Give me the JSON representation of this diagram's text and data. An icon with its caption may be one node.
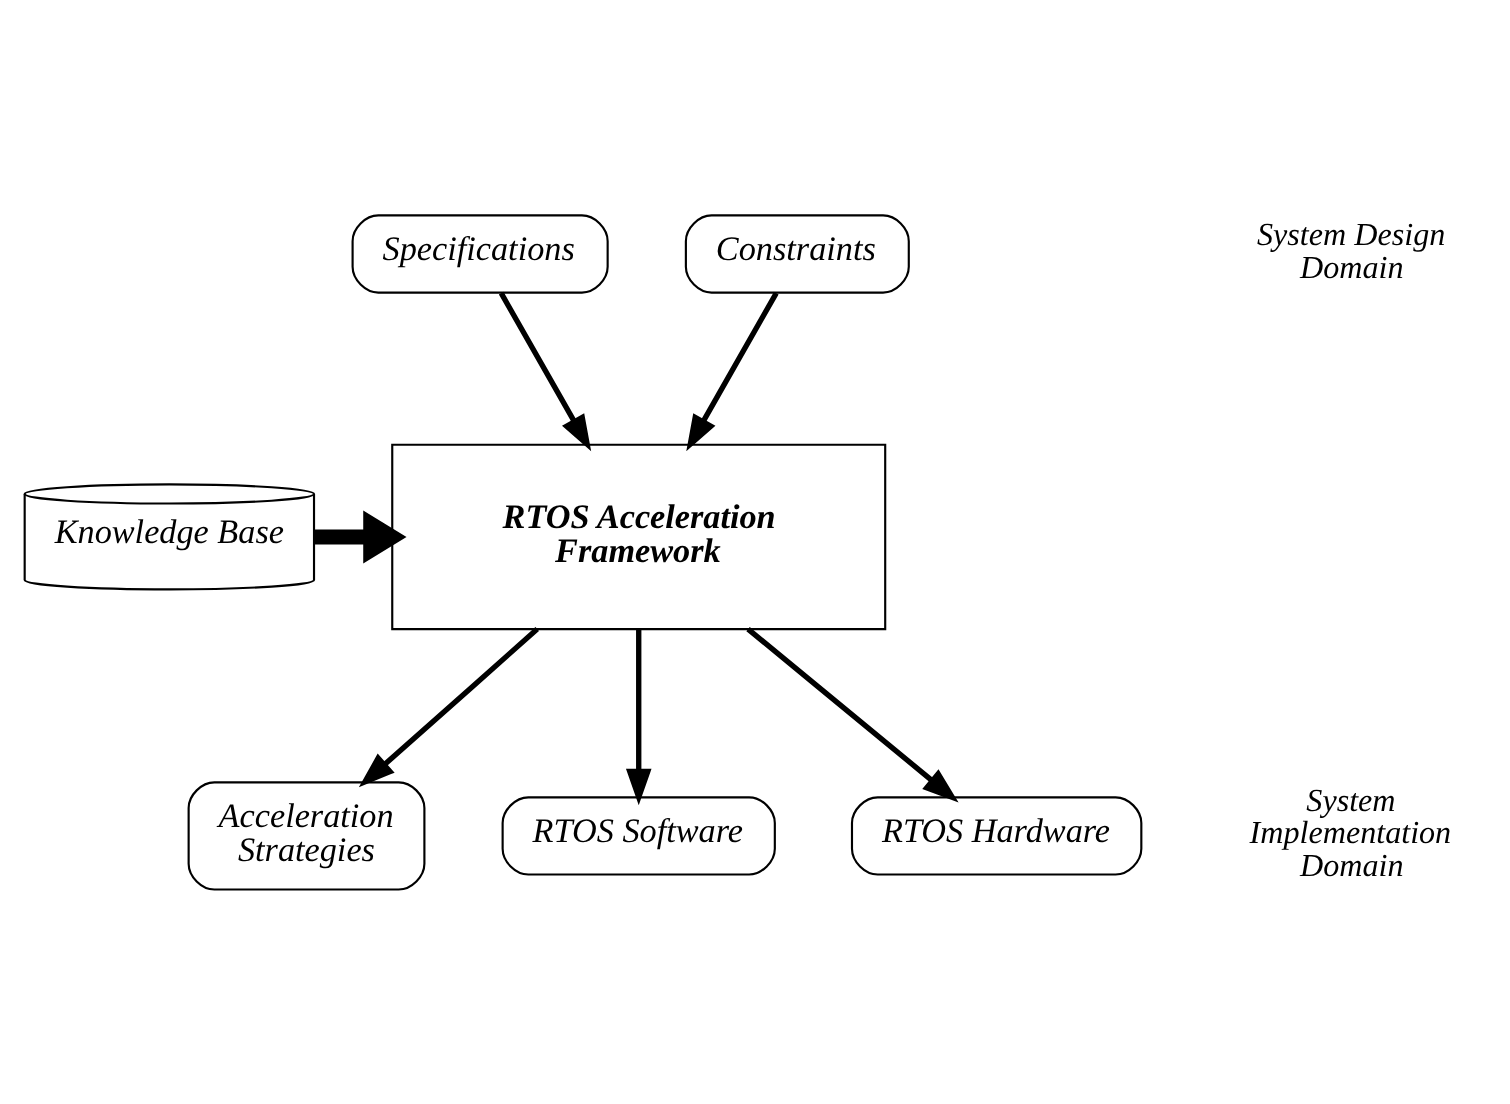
{
  "diagram": {
    "nodes": [
      {
        "text": [
          "Specifications"
        ]
      },
      {
        "text": [
          "Constraints"
        ]
      },
      {
        "text": [
          "RTOS Acceleration Framework"
        ]
      },
      {
        "text": [
          "Knowledge Base"
        ]
      },
      {
        "text": [
          "Acceleration Strategies"
        ]
      },
      {
        "text": [
          "RTOS Software"
        ]
      },
      {
        "text": [
          "RTOS Hardware"
        ]
      }
    ],
    "edges": [
      {
        "from": 0,
        "to": 2,
        "arrow": "to"
      },
      {
        "from": 1,
        "to": 2,
        "arrow": "to"
      },
      {
        "from": 3,
        "to": 2,
        "arrow": "to",
        "style": "thick"
      },
      {
        "from": 2,
        "to": 4,
        "arrow": "to"
      },
      {
        "from": 2,
        "to": 5,
        "arrow": "to"
      },
      {
        "from": 2,
        "to": 6,
        "arrow": "to"
      }
    ],
    "labels": [
      "System Design Domain",
      "System Implementation Domain"
    ]
  }
}
